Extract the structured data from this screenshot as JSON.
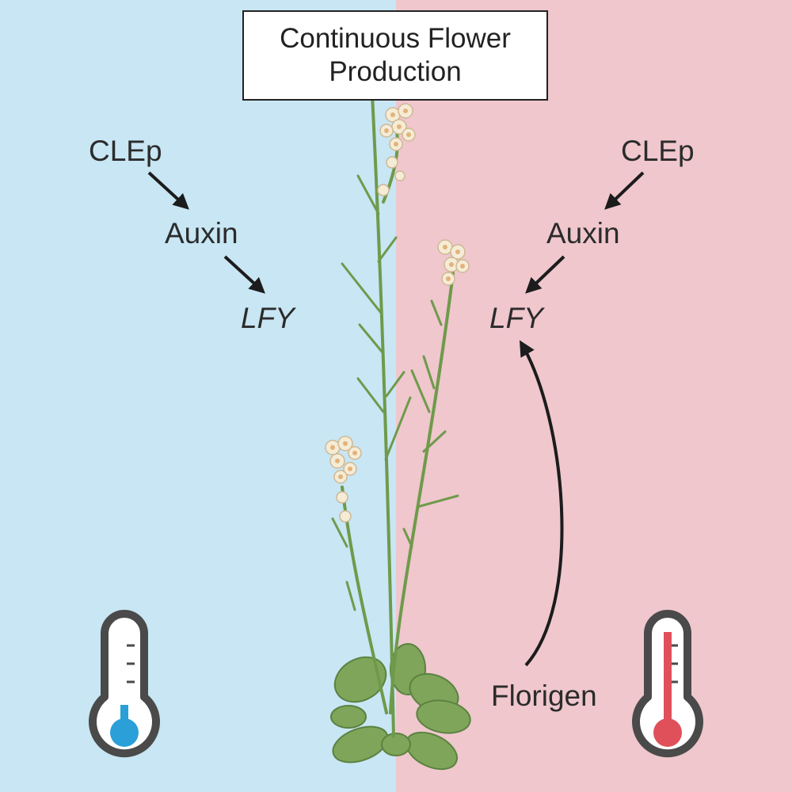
{
  "colors": {
    "cool_bg": "#c8e6f4",
    "warm_bg": "#efc7cd",
    "stem": "#6f9a4b",
    "leaf": "#7fa55a",
    "flower": "#f5ecd6",
    "flower_center": "#e3b27c",
    "arrow": "#1c1c1c",
    "thermo_outline": "#4a4a4a",
    "cold_fluid": "#2a9fd8",
    "warm_fluid": "#e0505a"
  },
  "title": {
    "line1": "Continuous Flower",
    "line2": "Production"
  },
  "left_pathway": {
    "signal": "CLEp",
    "hormone": "Auxin",
    "gene": "LFY"
  },
  "right_pathway": {
    "signal": "CLEp",
    "hormone": "Auxin",
    "gene": "LFY",
    "input": "Florigen"
  },
  "icons": {
    "left": "thermometer-cold-icon",
    "right": "thermometer-warm-icon",
    "center": "arabidopsis-plant-icon"
  }
}
